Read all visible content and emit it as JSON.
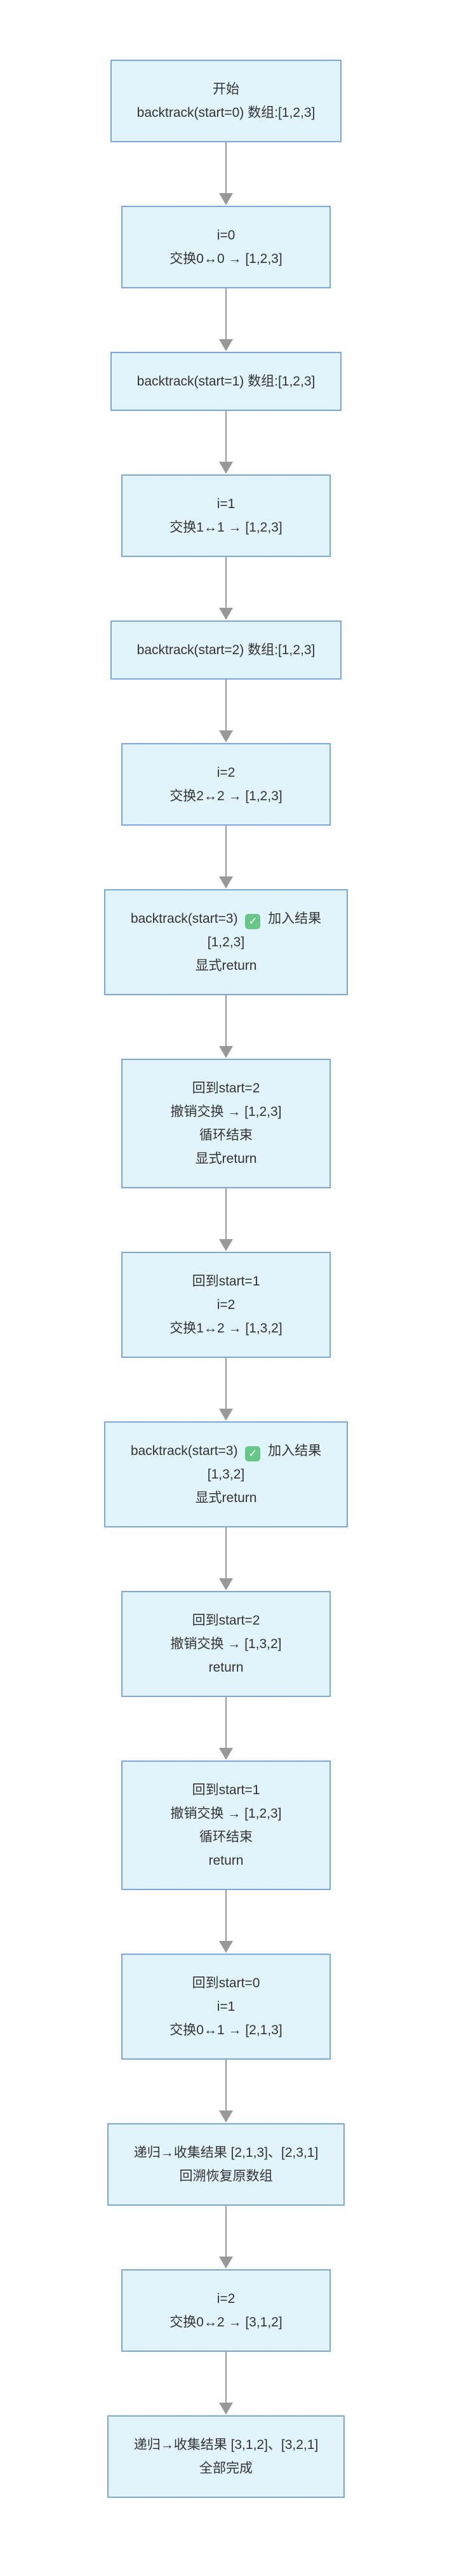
{
  "diagram": {
    "type": "flowchart",
    "direction": "top-down",
    "description_topic": "backtrack permutation trace of [1,2,3]",
    "colors": {
      "node_fill": "#e1f3fb",
      "node_border": "#7aa7e0",
      "text": "#333333",
      "arrow": "#999999",
      "check_bg": "#66c788",
      "check_mark": "#ffffff",
      "background": "#ffffff"
    },
    "icons": {
      "check_glyph": "✓",
      "check_name": "check-icon",
      "arrow_name": "arrow-down-icon"
    },
    "nodes": [
      {
        "lines": [
          "开始",
          "backtrack(start=0) 数组:[1,2,3]"
        ]
      },
      {
        "lines": [
          "i=0",
          "交换0↔0 → [1,2,3]"
        ]
      },
      {
        "lines": [
          "backtrack(start=1) 数组:[1,2,3]"
        ]
      },
      {
        "lines": [
          "i=1",
          "交换1↔1 → [1,2,3]"
        ]
      },
      {
        "lines": [
          "backtrack(start=2) 数组:[1,2,3]"
        ]
      },
      {
        "lines": [
          "i=2",
          "交换2↔2 → [1,2,3]"
        ]
      },
      {
        "lines": [
          "backtrack(start=3) {check} 加入结果",
          "[1,2,3]",
          "显式return"
        ]
      },
      {
        "lines": [
          "回到start=2",
          "撤销交换 → [1,2,3]",
          "循环结束",
          "显式return"
        ]
      },
      {
        "lines": [
          "回到start=1",
          "i=2",
          "交换1↔2 → [1,3,2]"
        ]
      },
      {
        "lines": [
          "backtrack(start=3) {check} 加入结果",
          "[1,3,2]",
          "显式return"
        ]
      },
      {
        "lines": [
          "回到start=2",
          "撤销交换 → [1,3,2]",
          "return"
        ]
      },
      {
        "lines": [
          "回到start=1",
          "撤销交换 → [1,2,3]",
          "循环结束",
          "return"
        ]
      },
      {
        "lines": [
          "回到start=0",
          "i=1",
          "交换0↔1 → [2,1,3]"
        ]
      },
      {
        "lines": [
          "递归→收集结果 [2,1,3]、[2,3,1]",
          "回溯恢复原数组"
        ]
      },
      {
        "lines": [
          "i=2",
          "交换0↔2 → [3,1,2]"
        ]
      },
      {
        "lines": [
          "递归→收集结果 [3,1,2]、[3,2,1]",
          "全部完成"
        ]
      }
    ]
  }
}
